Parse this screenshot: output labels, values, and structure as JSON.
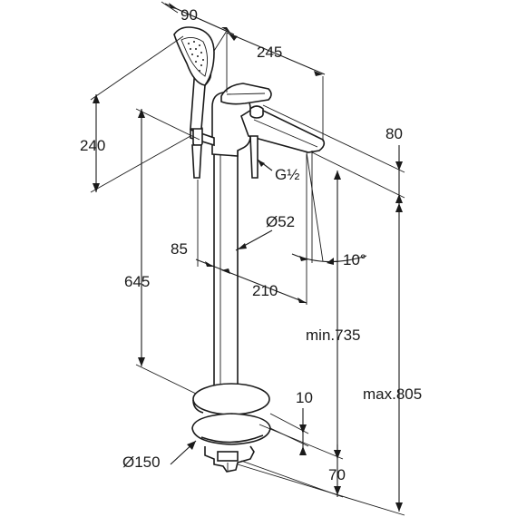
{
  "drawing": {
    "labels": {
      "handshower_width": "90",
      "spout_reach": "245",
      "handshower_height": "240",
      "spout_height": "80",
      "thread": "G½",
      "column_diameter": "Ø52",
      "column_offset": "85",
      "column_to_spout": "210",
      "spout_angle": "10°",
      "column_height": "645",
      "min_height": "min.735",
      "max_height": "max.805",
      "base_thickness": "10",
      "base_diameter": "Ø150",
      "base_height": "70"
    }
  }
}
